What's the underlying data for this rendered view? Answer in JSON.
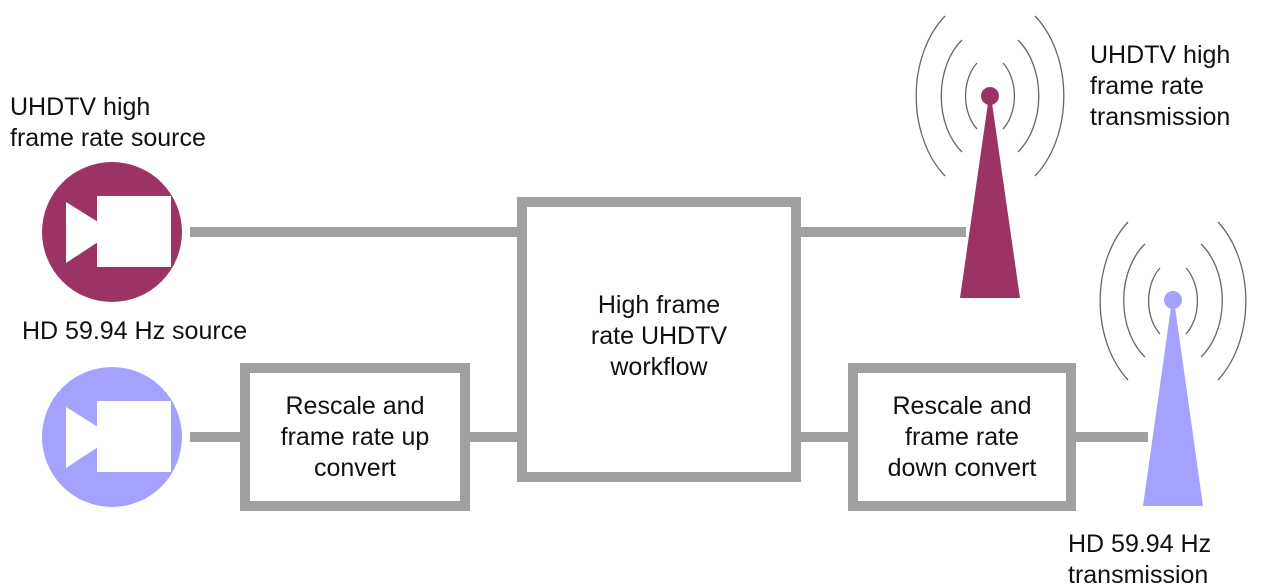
{
  "colors": {
    "uhd": "#9b3464",
    "hd": "#a4a1ff",
    "line": "#a0a0a0",
    "box_fill": "#ffffff",
    "text": "#111111",
    "waves": "#666666"
  },
  "labels": {
    "uhd_source": "UHDTV high\nframe rate source",
    "hd_source": "HD 59.94 Hz source",
    "uhd_transmission": "UHDTV high\nframe rate\ntransmission",
    "hd_transmission": "HD 59.94 Hz\ntransmission"
  },
  "boxes": {
    "workflow": "High frame\nrate UHDTV\nworkflow",
    "upconvert": "Rescale and\nframe rate up\nconvert",
    "downconvert": "Rescale and\nframe rate\ndown convert"
  },
  "icons": {
    "uhd_camera": "video-camera-icon",
    "hd_camera": "video-camera-icon",
    "uhd_tower": "broadcast-tower-icon",
    "hd_tower": "broadcast-tower-icon"
  }
}
